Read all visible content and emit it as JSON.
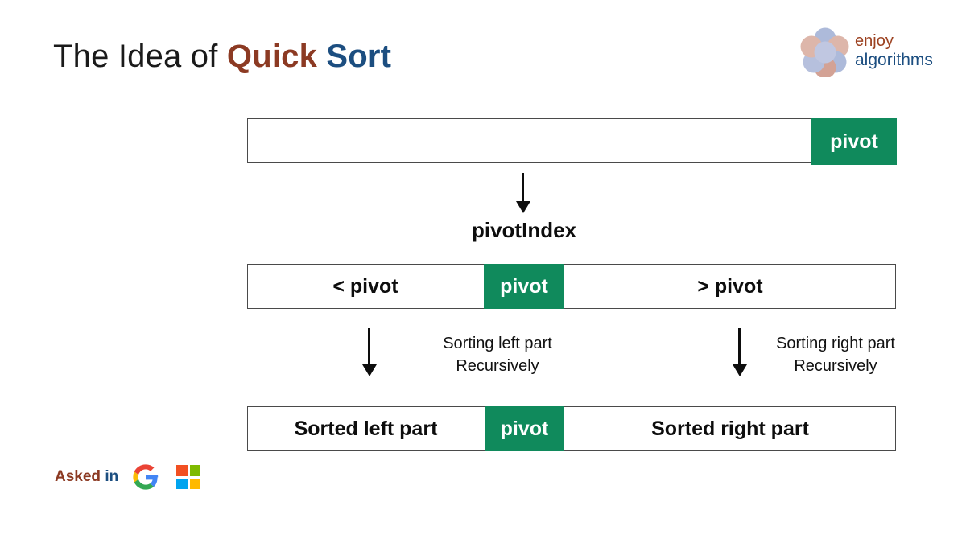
{
  "slide": {
    "title": {
      "prefix": "The Idea of ",
      "highlight_quick": "Quick",
      "space": " ",
      "highlight_sort": "Sort",
      "quick_color": "#8c3a23",
      "sort_color": "#1c4e80"
    },
    "brand": {
      "line1": "enjoy",
      "line2": "algorithms",
      "line1_color": "#9c4221",
      "line2_color": "#1c4e80",
      "mark_name": "overlapping-circles-flower"
    },
    "accent_green": "#108a5c",
    "border_color": "#4a4a4a"
  },
  "diagram": {
    "row_initial": {
      "empty_label": "",
      "pivot_label": "pivot"
    },
    "pivot_index_label": "pivotIndex",
    "row_partitioned": {
      "left_label": "< pivot",
      "pivot_label": "pivot",
      "right_label": "> pivot"
    },
    "recursion": {
      "left_line1": "Sorting left part",
      "left_line2": "Recursively",
      "right_line1": "Sorting right part",
      "right_line2": "Recursively"
    },
    "row_sorted": {
      "left_label": "Sorted left part",
      "pivot_label": "pivot",
      "right_label": "Sorted right part"
    }
  },
  "asked_in": {
    "label_asked": "Asked",
    "label_in": "in",
    "companies": [
      {
        "name": "google",
        "colors": [
          "#ea4335",
          "#fbbc05",
          "#34a853",
          "#4285f4"
        ]
      },
      {
        "name": "microsoft",
        "colors": [
          "#f25022",
          "#7fba00",
          "#00a4ef",
          "#ffb900"
        ]
      }
    ]
  }
}
